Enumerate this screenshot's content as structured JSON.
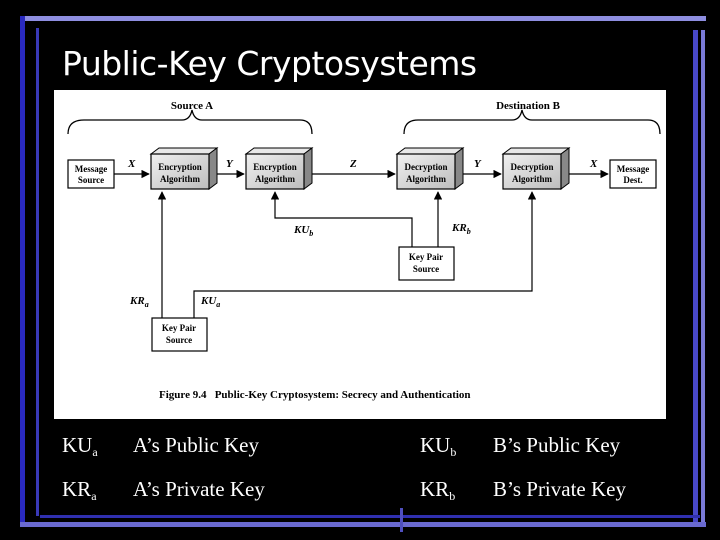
{
  "slide": {
    "title": "Public-Key Cryptosystems"
  },
  "figure": {
    "source_label": "Source A",
    "dest_label": "Destination B",
    "boxes": {
      "message_source": [
        "Message",
        "Source"
      ],
      "encryption_1": [
        "Encryption",
        "Algorithm"
      ],
      "encryption_2": [
        "Encryption",
        "Algorithm"
      ],
      "decryption_1": [
        "Decryption",
        "Algorithm"
      ],
      "decryption_2": [
        "Decryption",
        "Algorithm"
      ],
      "message_dest": [
        "Message",
        "Dest."
      ],
      "key_pair_b": [
        "Key Pair",
        "Source"
      ],
      "key_pair_a": [
        "Key Pair",
        "Source"
      ]
    },
    "vars": {
      "x1": "X",
      "y1": "Y",
      "z": "Z",
      "y2": "Y",
      "x2": "X",
      "kub_base": "KU",
      "kub_sub": "b",
      "krb_base": "KR",
      "krb_sub": "b",
      "kra_base": "KR",
      "kra_sub": "a",
      "kua_base": "KU",
      "kua_sub": "a"
    },
    "caption": "Figure 9.4   Public-Key Cryptosystem: Secrecy and Authentication"
  },
  "legend": [
    {
      "key_base": "KU",
      "key_sub": "a",
      "desc": "A’s Public Key"
    },
    {
      "key_base": "KR",
      "key_sub": "a",
      "desc": "A’s Private Key"
    },
    {
      "key_base": "KU",
      "key_sub": "b",
      "desc": "B’s Public Key"
    },
    {
      "key_base": "KR",
      "key_sub": "b",
      "desc": "B’s Private Key"
    }
  ],
  "colors": {
    "background": "#000000",
    "frame_light": "#9090d0",
    "frame_dark": "#2020b0",
    "frame_mid": "#5050c0"
  }
}
